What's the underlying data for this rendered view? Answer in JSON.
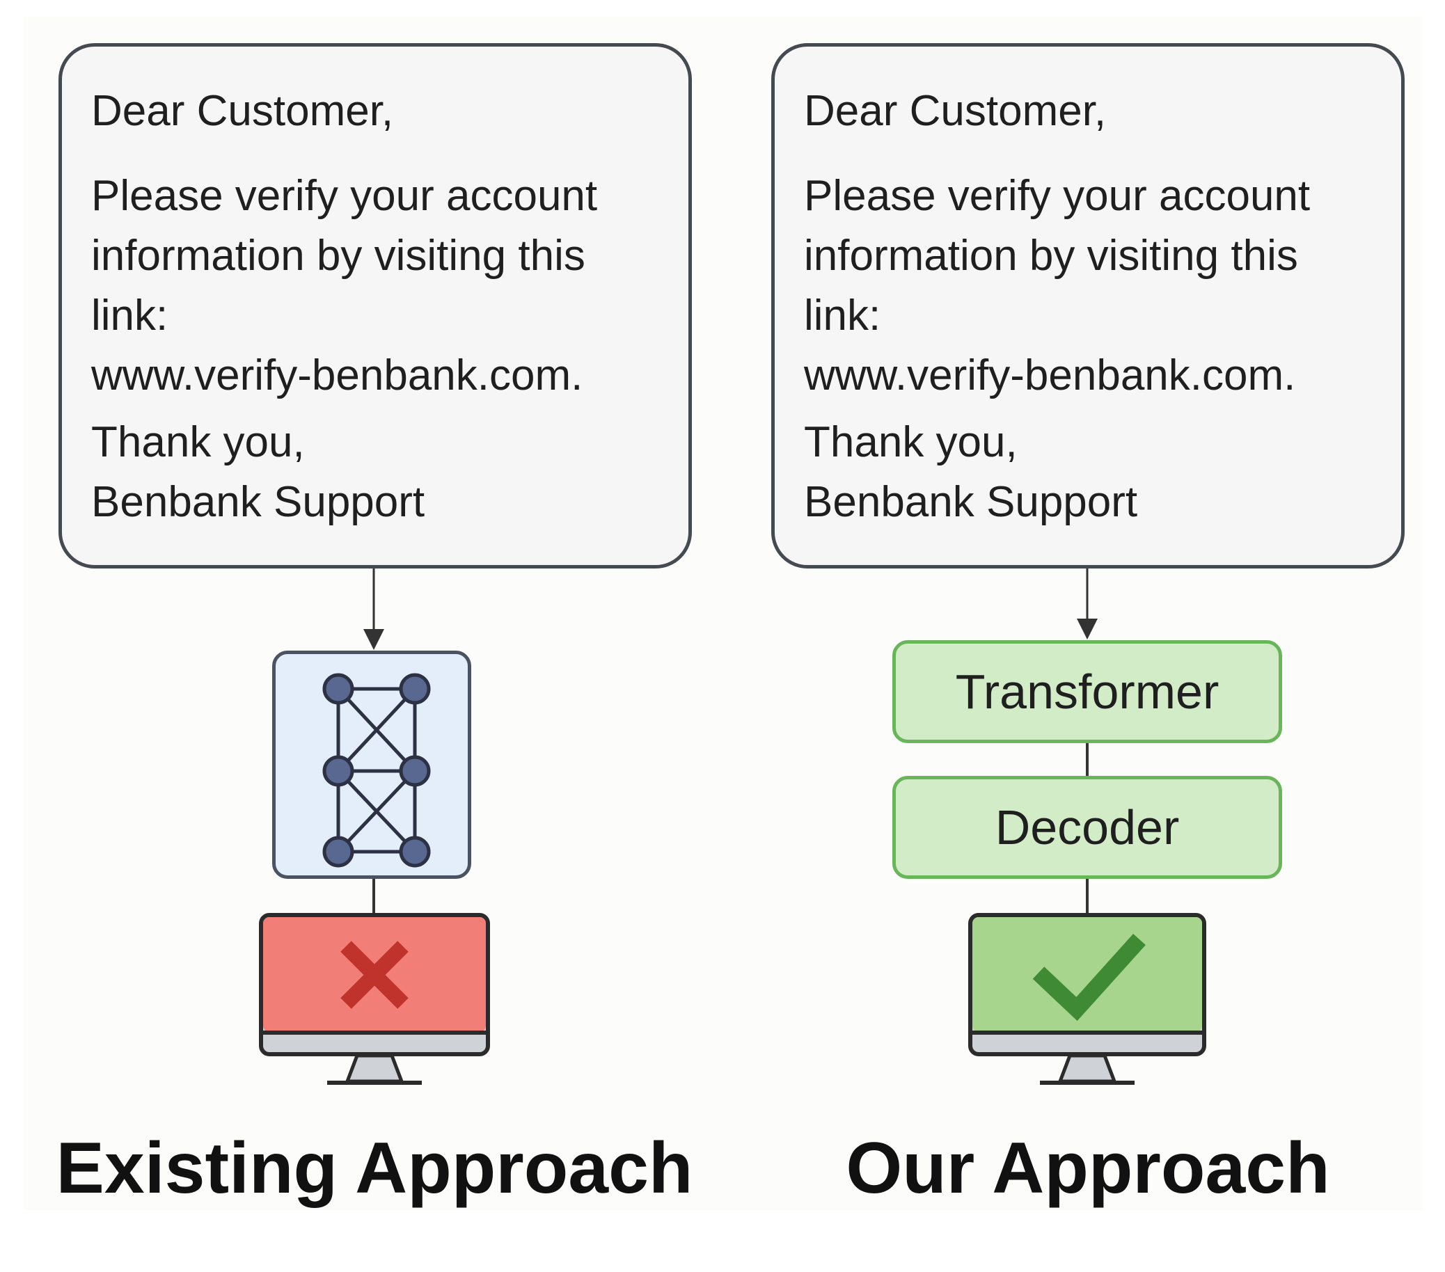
{
  "email": {
    "greeting": "Dear Customer,",
    "body_lines": [
      "Please verify your account",
      "information by visiting this",
      "link:",
      "www.verify-benbank.com."
    ],
    "signoff": "Thank you,",
    "signature": "Benbank Support"
  },
  "existing": {
    "label": "Existing Approach",
    "model_icon": "neural-network-icon",
    "result_icon": "cross-icon",
    "result_color": "#f27f77"
  },
  "ours": {
    "label": "Our Approach",
    "modules": [
      "Transformer",
      "Decoder"
    ],
    "result_icon": "check-icon",
    "result_color": "#a8d58e"
  },
  "colors": {
    "box_border": "#444a4f",
    "nn_fill": "#e4eefa",
    "module_fill": "#d3ecc8",
    "module_border": "#69b55a",
    "cross": "#c0332d",
    "check": "#3f8a34"
  }
}
